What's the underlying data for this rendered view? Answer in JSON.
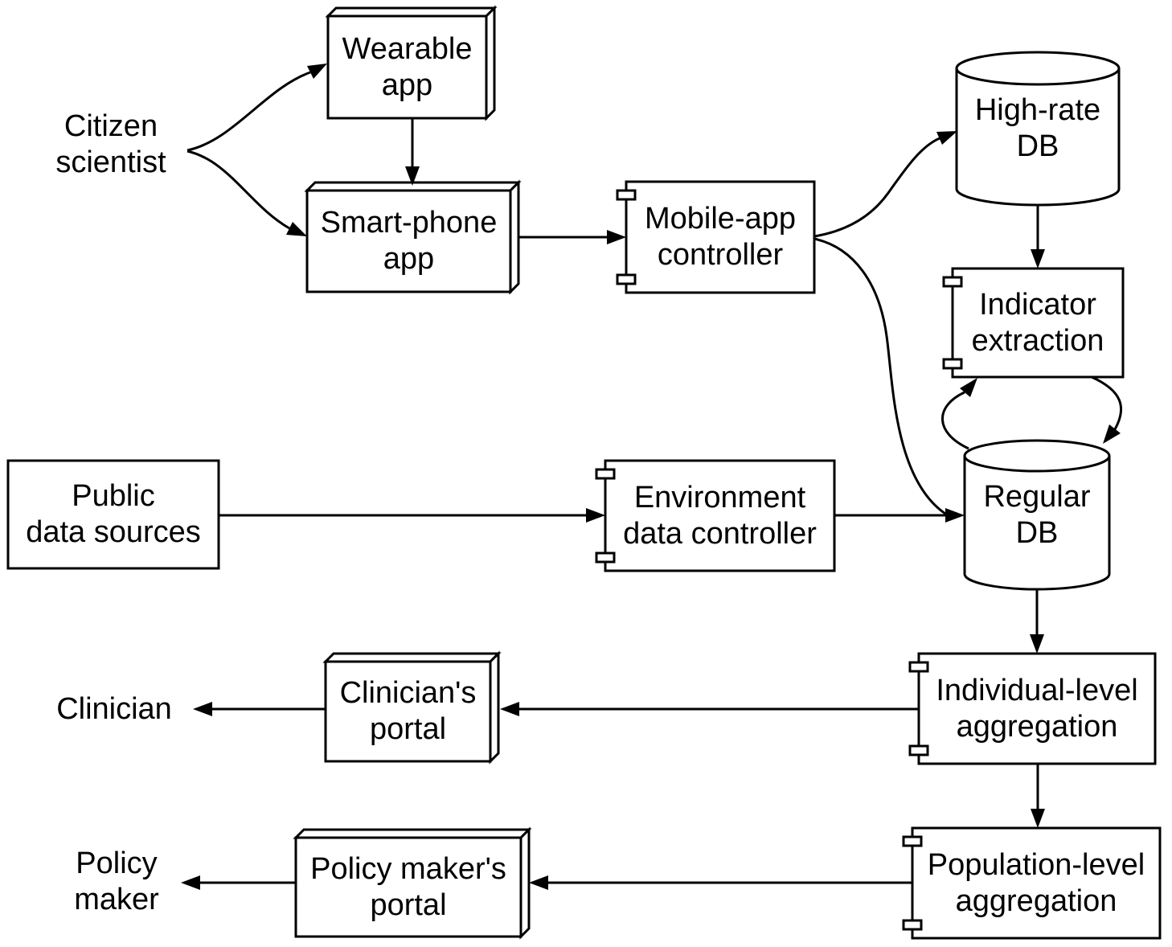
{
  "colors": {
    "background": "#ffffff",
    "shape_fill": "#ffffff",
    "stroke": "#000000",
    "text": "#000000"
  },
  "nodes": {
    "citizen_scientist": "Citizen\nscientist",
    "wearable_app": "Wearable\napp",
    "smartphone_app": "Smart-phone\napp",
    "mobile_app_controller": "Mobile-app\ncontroller",
    "high_rate_db": "High-rate\nDB",
    "indicator_extraction": "Indicator\nextraction",
    "regular_db": "Regular\nDB",
    "public_data_sources": "Public\ndata sources",
    "environment_data_controller": "Environment\ndata controller",
    "individual_level_aggregation": "Individual-level\naggregation",
    "clinicians_portal": "Clinician's\nportal",
    "clinician": "Clinician",
    "population_level_aggregation": "Population-level\naggregation",
    "policy_makers_portal": "Policy maker's\nportal",
    "policy_maker": "Policy\nmaker"
  },
  "edges": [
    {
      "from": "Citizen scientist",
      "to": "Wearable app"
    },
    {
      "from": "Citizen scientist",
      "to": "Smart-phone app"
    },
    {
      "from": "Wearable app",
      "to": "Smart-phone app"
    },
    {
      "from": "Smart-phone app",
      "to": "Mobile-app controller"
    },
    {
      "from": "Mobile-app controller",
      "to": "High-rate DB"
    },
    {
      "from": "Mobile-app controller",
      "to": "Regular DB"
    },
    {
      "from": "High-rate DB",
      "to": "Indicator extraction"
    },
    {
      "from": "Regular DB",
      "to": "Indicator extraction"
    },
    {
      "from": "Indicator extraction",
      "to": "Regular DB"
    },
    {
      "from": "Public data sources",
      "to": "Environment data controller"
    },
    {
      "from": "Environment data controller",
      "to": "Regular DB"
    },
    {
      "from": "Regular DB",
      "to": "Individual-level aggregation"
    },
    {
      "from": "Individual-level aggregation",
      "to": "Clinician's portal"
    },
    {
      "from": "Clinician's portal",
      "to": "Clinician"
    },
    {
      "from": "Individual-level aggregation",
      "to": "Population-level aggregation"
    },
    {
      "from": "Population-level aggregation",
      "to": "Policy maker's portal"
    },
    {
      "from": "Policy maker's portal",
      "to": "Policy maker"
    }
  ]
}
